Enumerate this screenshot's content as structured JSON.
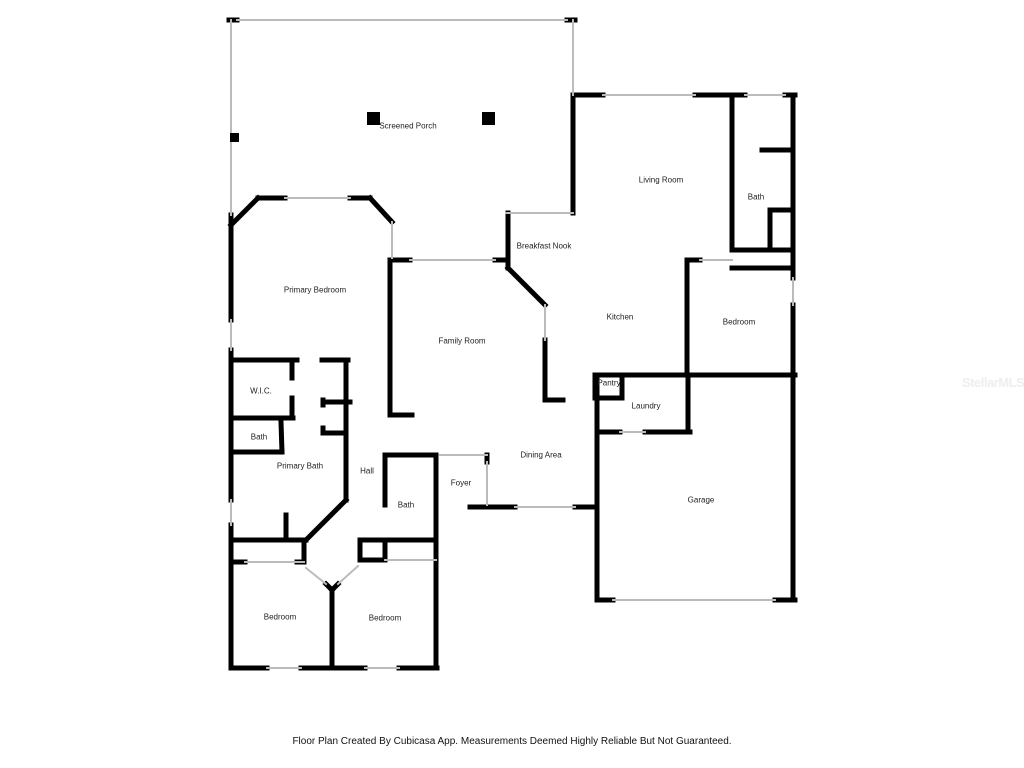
{
  "rooms": {
    "screened_porch": "Screened Porch",
    "living_room": "Living Room",
    "bath_right": "Bath",
    "breakfast_nook": "Breakfast Nook",
    "primary_bedroom": "Primary Bedroom",
    "family_room": "Family Room",
    "kitchen": "Kitchen",
    "bedroom_right": "Bedroom",
    "pantry": "Pantry",
    "wic": "W.I.C.",
    "laundry": "Laundry",
    "bath_small": "Bath",
    "primary_bath": "Primary Bath",
    "hall": "Hall",
    "foyer": "Foyer",
    "dining_area": "Dining Area",
    "bath_hall": "Bath",
    "garage": "Garage",
    "bedroom_left": "Bedroom",
    "bedroom_middle": "Bedroom"
  },
  "footer": "Floor Plan Created By Cubicasa App. Measurements Deemed Highly Reliable But Not Guaranteed.",
  "watermark": "StellarMLS"
}
